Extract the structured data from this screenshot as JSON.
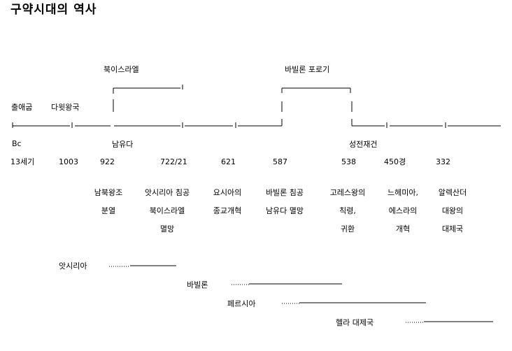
{
  "title": "구약시대의 역사",
  "kingdoms": {
    "north": "북이스라엘",
    "exile": "바빌론 포로기"
  },
  "periods": {
    "exodus": "출애굽",
    "united": "다윗왕국",
    "south": "남유다",
    "temple": "성전재건"
  },
  "bc_label": "Bc",
  "years": [
    "13세기",
    "1003",
    "922",
    "722/21",
    "621",
    "587",
    "538",
    "450경",
    "332"
  ],
  "events": [
    [
      "남북왕조",
      "분열"
    ],
    [
      "앗시리아 침공",
      "북이스라엘",
      "멸망"
    ],
    [
      "요시아의",
      "종교개혁"
    ],
    [
      "바빌론 침공",
      "남유다 멸망"
    ],
    [
      "고레스왕의",
      "칙령,",
      "귀환"
    ],
    [
      "느헤미아,",
      "에스라의",
      "개혁"
    ],
    [
      "알렉산더",
      "대왕의",
      "대제국"
    ]
  ],
  "empires": [
    "앗시리아",
    "바빌론",
    "페르시아",
    "헬라 대제국"
  ]
}
